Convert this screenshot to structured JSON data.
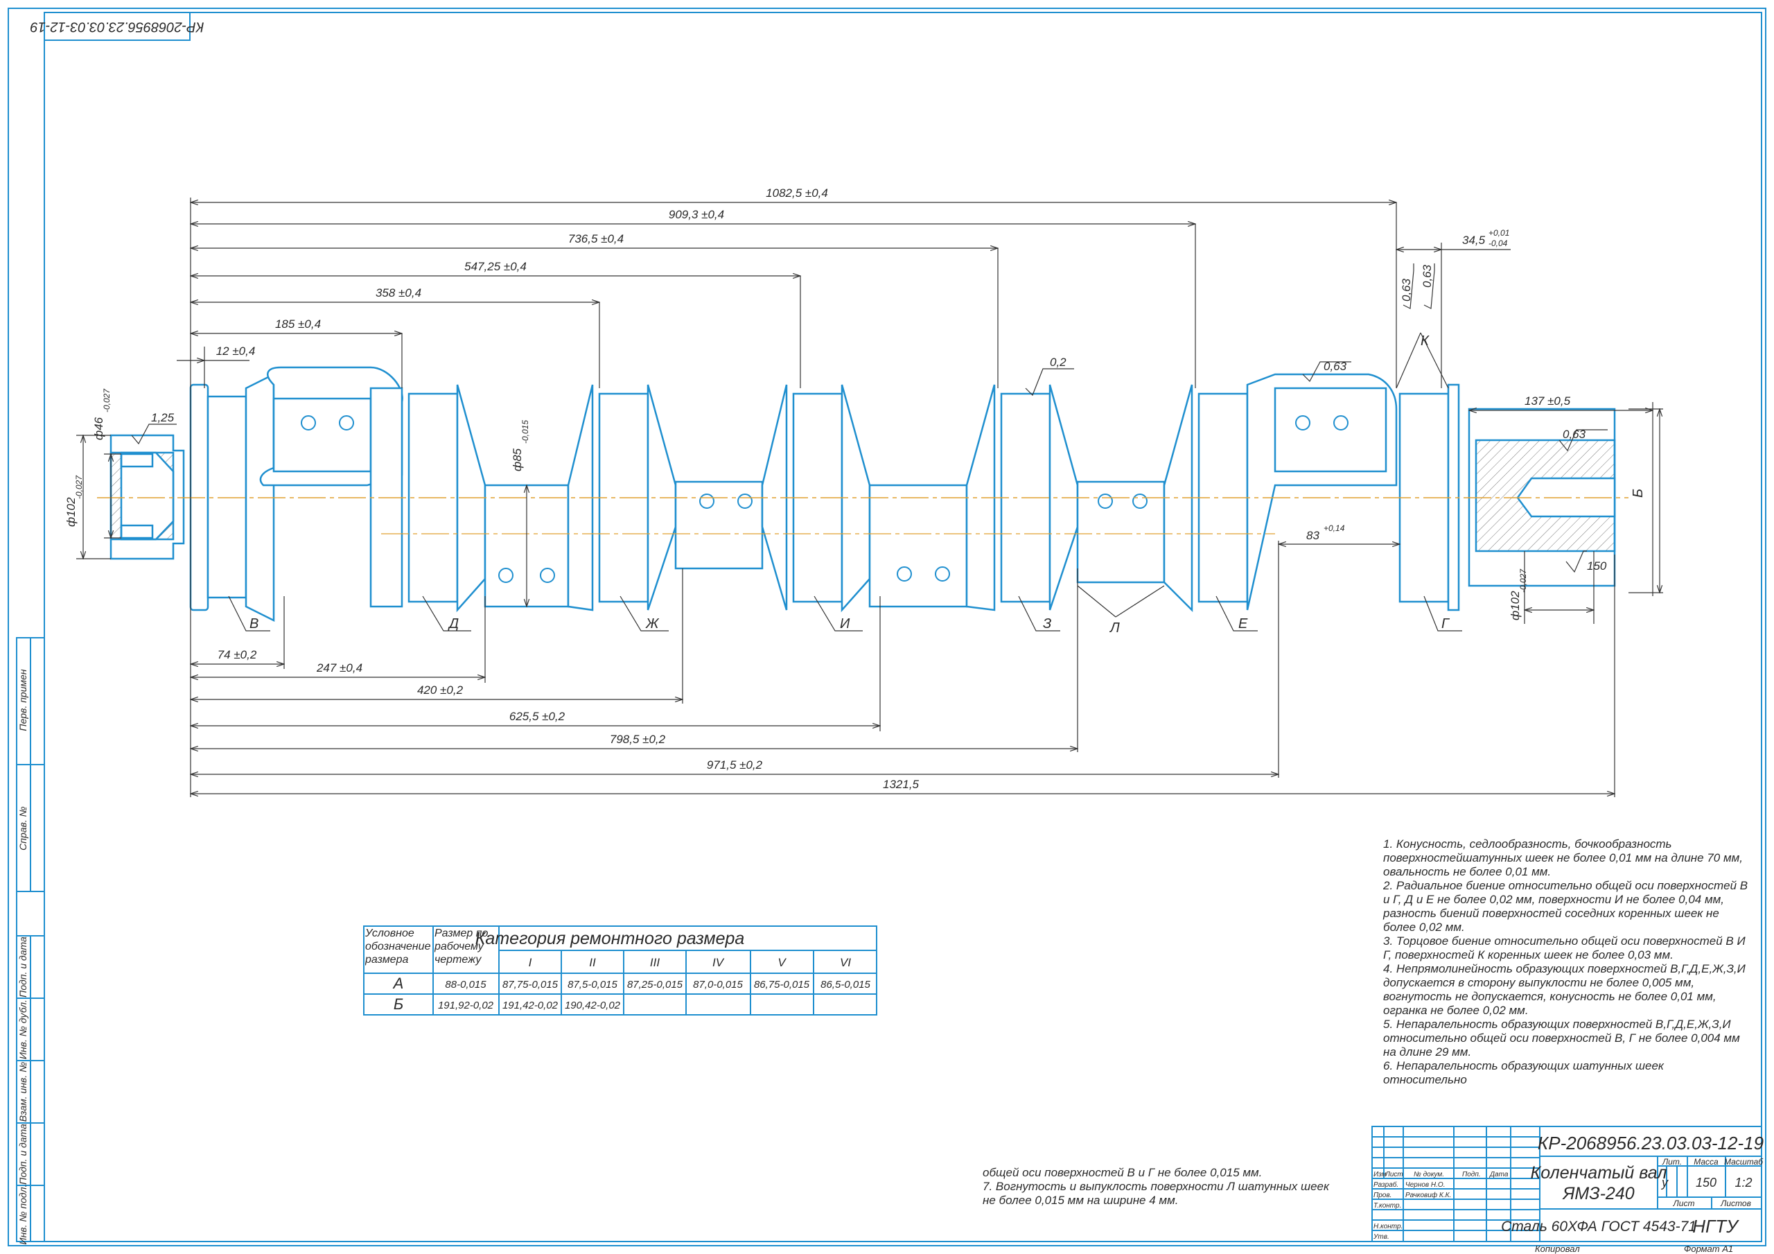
{
  "stamp_top": "КР-2068956.23.03.03-12-19",
  "dimensions": {
    "top": [
      "1082,5 ±0,4",
      "909,3 ±0,4",
      "736,5 ±0,4",
      "547,25 ±0,4",
      "358 ±0,4",
      "185 ±0,4",
      "12 ±0,4"
    ],
    "bottom": [
      "74 ±0,2",
      "247 ±0,4",
      "420 ±0,2",
      "625,5 ±0,2",
      "798,5 ±0,2",
      "971,5 ±0,2",
      "1321,5"
    ],
    "right": [
      "34,5",
      "+0,01",
      "-0,04",
      "137 ±0,5",
      "83",
      "+0,14"
    ],
    "diameters": [
      "ф46",
      "-0,027",
      "ф102",
      "-0,027",
      "ф85",
      "-0,015",
      "ф102",
      "-0,027"
    ],
    "roughness": [
      "1,25",
      "0,2",
      "0,63",
      "0,63",
      "0,63",
      "0,63",
      "150"
    ]
  },
  "letters": [
    "В",
    "Д",
    "Ж",
    "И",
    "З",
    "Л",
    "Е",
    "Г",
    "К",
    "Б"
  ],
  "side_table": [
    "Перв. примен",
    "Справ. №",
    "Подп. и дата",
    "Инв. № дубл.",
    "Взам. инв. №",
    "Подп. и дата",
    "Инв. № подл."
  ],
  "repair_table": {
    "h1": "Условное обозначение размера",
    "h2": "Размер по рабочему чертежу",
    "h3": "Категория ремонтного размера",
    "cats": [
      "I",
      "II",
      "III",
      "IV",
      "V",
      "VI"
    ],
    "rows": [
      {
        "label": "А",
        "nominal": "88-0,015",
        "vals": [
          "87,75-0,015",
          "87,5-0,015",
          "87,25-0,015",
          "87,0-0,015",
          "86,75-0,015",
          "86,5-0,015"
        ]
      },
      {
        "label": "Б",
        "nominal": "191,92-0,02",
        "vals": [
          "191,42-0,02",
          "190,42-0,02",
          "",
          "",
          "",
          ""
        ]
      }
    ]
  },
  "notes": [
    "1. Конусность, седлообразность, бочкообразность поверхностейшатунных шеек не более 0,01 мм на длине 70 мм, овальность не более 0,01 мм.",
    "2. Радиальное биение относительно общей оси поверхностей В и Г, Д и Е не более 0,02 мм, поверхности И не более 0,04 мм, разность биений поверхностей соседних коренных шеек не более 0,02 мм.",
    "3. Торцовое биение относительно общей оси поверхностей В И Г, поверхностей К коренных шеек не более 0,03 мм.",
    "4. Непрямолинейность образующих поверхностей В,Г,Д,Е,Ж,З,И допускается в сторону выпуклости не более 0,005 мм, вогнутость не допускается, конусность не более 0,01 мм, огранка не более 0,02 мм.",
    "5. Непаралельность образующих поверхностей В,Г,Д,Е,Ж,З,И относительно общей оси поверхностей В, Г не более 0,004 мм на длине 29 мм.",
    "6. Непаралельность образующих шатунных шеек относительно"
  ],
  "notes_cont": [
    "общей оси  поверхностей В и Г не более 0,015 мм.",
    "7. Вогнутость и выпуклость поверхности Л шатунных шеек не более 0,015 мм на ширине 4 мм."
  ],
  "title_block": {
    "doc_code": "КР-2068956.23.03.03-12-19",
    "name1": "Коленчатый вал",
    "name2": "ЯМЗ-240",
    "material": "Сталь 60ХФА ГОСТ 4543-71",
    "org": "НГТУ",
    "headers": [
      "Изм",
      "Лист",
      "№ докум.",
      "Подп.",
      "Дата"
    ],
    "roles": [
      "Разраб.",
      "Пров.",
      "Т.контр.",
      "Н.контр.",
      "Утв."
    ],
    "people": [
      "Чернов Н.О.",
      "Рачковиф К.К."
    ],
    "lit_h": "Лит.",
    "mass_h": "Масса",
    "scale_h": "Масштаб",
    "lit": "у",
    "mass": "150",
    "scale": "1:2",
    "sheet_h": "Лист",
    "sheets_h": "Листов",
    "copied": "Копировал",
    "format": "Формат   А1"
  }
}
